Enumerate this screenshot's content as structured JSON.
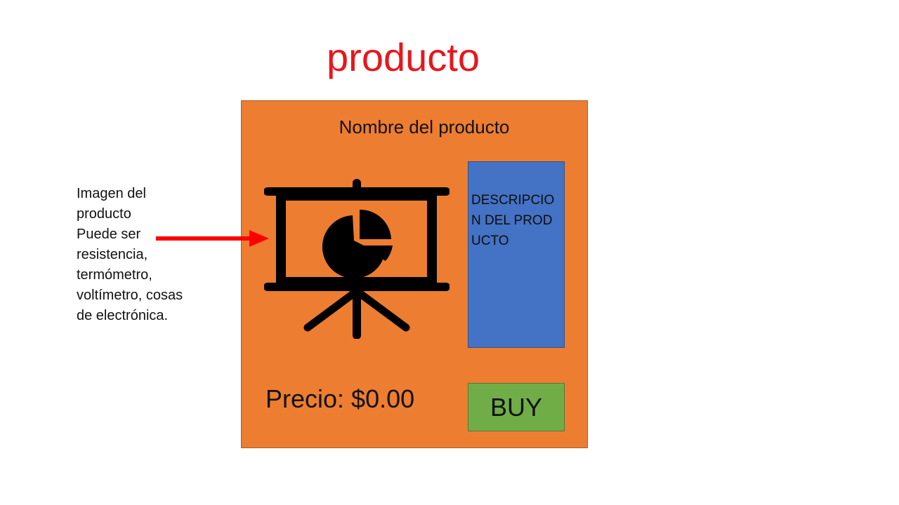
{
  "slide": {
    "title": "producto"
  },
  "card": {
    "product_name": "Nombre del producto",
    "image_icon": "presentation-pie-chart-icon",
    "description": "DESCRIPCION DEL PRODUCTO",
    "price": "Precio: $0.00",
    "buy_label": "BUY"
  },
  "annotation": {
    "lines": [
      "Imagen del",
      "producto",
      "Puede ser",
      "resistencia,",
      "termómetro,",
      "voltímetro, cosas",
      "de electrónica."
    ],
    "arrow_icon": "right-arrow-icon"
  },
  "colors": {
    "title": "#e8161b",
    "card": "#ed7d31",
    "description": "#4472c4",
    "buy": "#70ad47",
    "arrow": "#ff0000"
  }
}
